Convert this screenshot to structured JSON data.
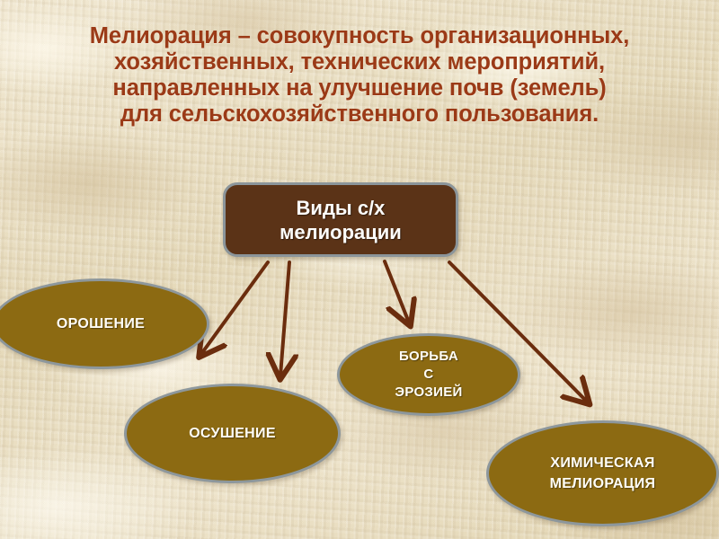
{
  "slide": {
    "background_color": "#eae0c8",
    "heading": {
      "color": "#9b3a17",
      "lines": [
        "Мелиорация – совокупность организационных,",
        "хозяйственных, технических мероприятий,",
        "направленных на улучшение почв (земель)",
        "для сельскохозяйственного пользования."
      ]
    },
    "diagram": {
      "root": {
        "lines": [
          "Виды  с/х",
          "мелиорации"
        ],
        "fill_color": "#5b3317",
        "border_color": "#8b959a",
        "text_color": "#fdfdfb"
      },
      "node_fill_color": "#8c6a12",
      "node_border_color": "#8d979c",
      "node_text_color": "#fffdf7",
      "arrow_color": "#6b2d0e",
      "nodes": [
        {
          "id": "irrigation",
          "lines": [
            "ОРОШЕНИЕ"
          ]
        },
        {
          "id": "drainage",
          "lines": [
            "ОСУШЕНИЕ"
          ]
        },
        {
          "id": "erosion",
          "lines": [
            "БОРЬБА",
            "С",
            "ЭРОЗИЕЙ"
          ]
        },
        {
          "id": "chemical",
          "lines": [
            "ХИМИЧЕСКАЯ",
            "МЕЛИОРАЦИЯ"
          ]
        }
      ]
    }
  }
}
